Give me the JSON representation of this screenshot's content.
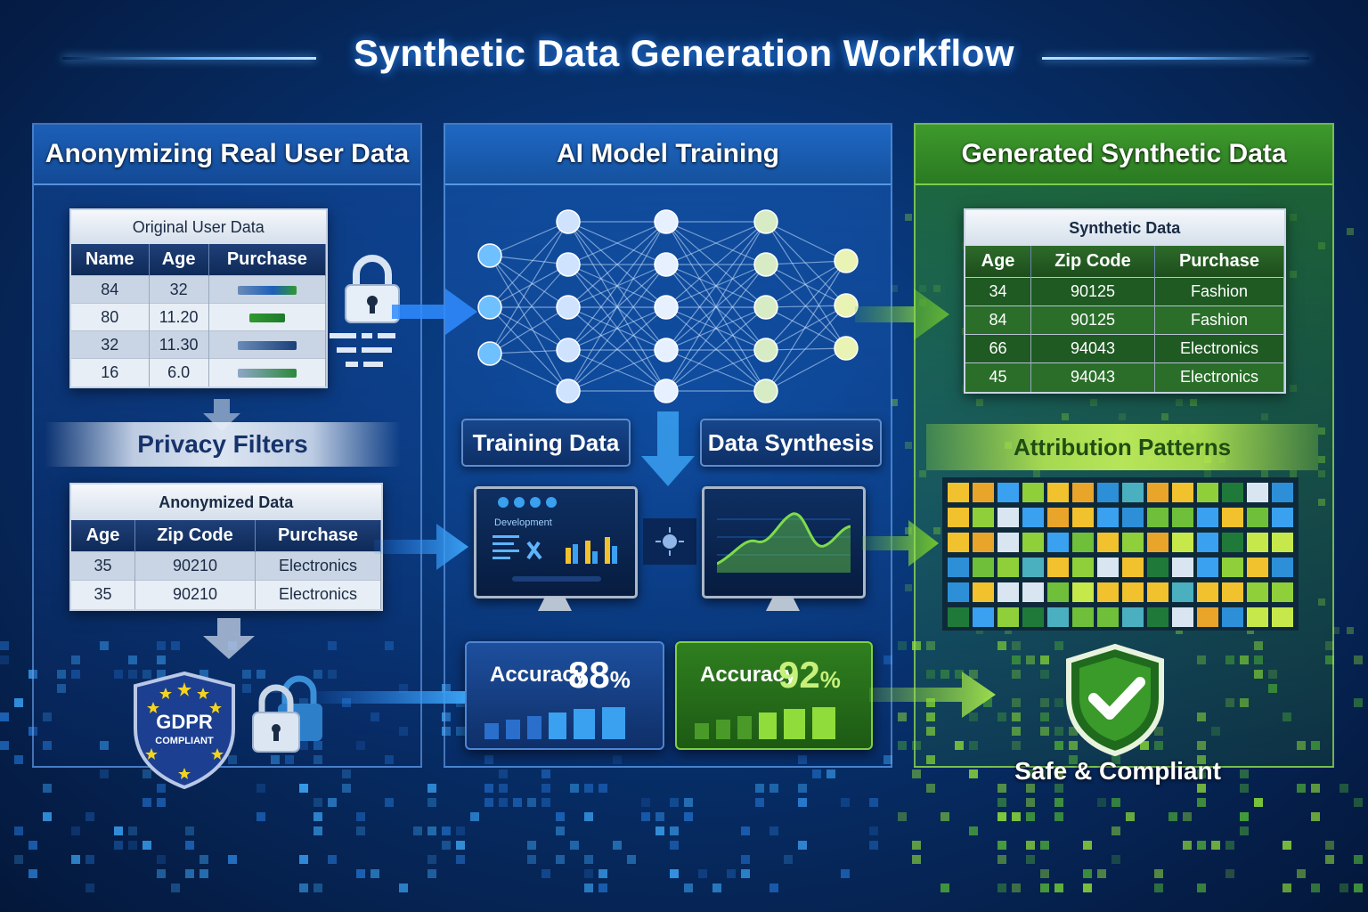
{
  "title": "Synthetic Data Generation Workflow",
  "panels": {
    "left": {
      "heading": "Anonymizing Real User Data",
      "original_table": {
        "caption": "Original User Data",
        "columns": [
          "Name",
          "Age",
          "Purchase"
        ],
        "rows": [
          {
            "name": "84",
            "age": "32"
          },
          {
            "name": "80",
            "age": "11.20"
          },
          {
            "name": "32",
            "age": "11.30"
          },
          {
            "name": "16",
            "age": "6.0"
          }
        ]
      },
      "privacy_filters": "Privacy Filters",
      "anonymized_table": {
        "caption": "Anonymized Data",
        "columns": [
          "Age",
          "Zip Code",
          "Purchase"
        ],
        "rows": [
          [
            "35",
            "90210",
            "Electronics"
          ],
          [
            "35",
            "90210",
            "Electronics"
          ]
        ]
      },
      "gdpr_badge": {
        "line1": "GDPR",
        "line2": "COMPLIANT"
      }
    },
    "middle": {
      "heading": "AI Model Training",
      "training_data": "Training Data",
      "data_synthesis": "Data Synthesis",
      "monitor_left_text": "Development",
      "accuracy_left": {
        "label": "Accuracy",
        "value": "88",
        "unit": "%",
        "color": "#1d4f9e"
      },
      "accuracy_right": {
        "label": "Accuracy",
        "value": "92",
        "unit": "%",
        "color": "#2f7f1f"
      }
    },
    "right": {
      "heading": "Generated Synthetic Data",
      "synthetic_table": {
        "caption": "Synthetic Data",
        "columns": [
          "Age",
          "Zip Code",
          "Purchase"
        ],
        "rows": [
          [
            "34",
            "90125",
            "Fashion"
          ],
          [
            "84",
            "90125",
            "Fashion"
          ],
          [
            "66",
            "94043",
            "Electronics"
          ],
          [
            "45",
            "94043",
            "Electronics"
          ]
        ]
      },
      "attribution_patterns": "Attribution Patterns",
      "safe_label": "Safe & Compliant"
    }
  },
  "colors": {
    "accent_blue": "#2f8cff",
    "accent_green": "#8fdc3a",
    "panel_green": "#2b7a22"
  }
}
